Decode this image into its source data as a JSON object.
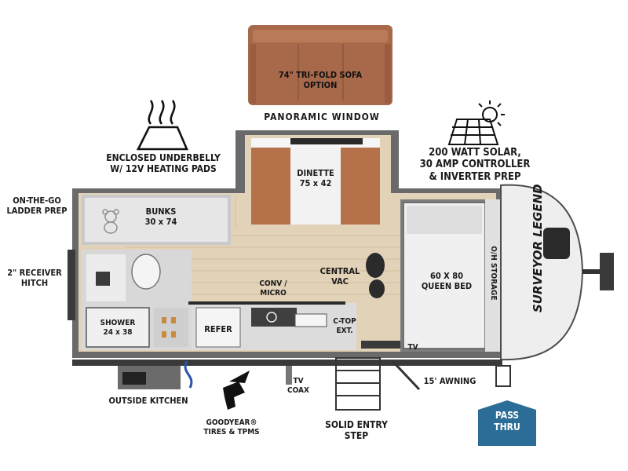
{
  "labels": {
    "sofa": "74\" TRI-FOLD SOFA\nOPTION",
    "panoramic": "PANORAMIC WINDOW",
    "underbelly": "ENCLOSED UNDERBELLY\nW/ 12V HEATING PADS",
    "solar": "200 WATT SOLAR,\n30 AMP CONTROLLER\n& INVERTER PREP",
    "ladder": "ON-THE-GO\nLADDER PREP",
    "hitch": "2\" RECEIVER\nHITCH",
    "bunks": "BUNKS\n30 x 74",
    "dinette": "DINETTE\n75 x 42",
    "central_vac": "CENTRAL\nVAC",
    "queen_bed": "60 X 80\nQUEEN BED",
    "oh_storage": "O/H STORAGE",
    "conv_micro": "CONV /\nMICRO",
    "shower": "SHOWER\n24 x 38",
    "refer": "REFER",
    "ctop": "C-TOP\nEXT.",
    "tv": "TV",
    "awning": "15' AWNING",
    "outside_kitchen": "OUTSIDE KITCHEN",
    "tv_coax": "TV\nCOAX",
    "goodyear": "GOODYEAR®\nTIRES & TPMS",
    "entry_step": "SOLID ENTRY\nSTEP",
    "pass_thru": "PASS\nTHRU",
    "brand_logo": "SURVEYOR LEGEND"
  },
  "colors": {
    "floor": "#e2d2b8",
    "wall": "#5a5a5a",
    "cushion": "#b5714a",
    "sofa": "#a8694b",
    "pass_thru": "#2c6d97"
  },
  "icons": [
    "heating-waves-icon",
    "solar-panel-icon",
    "sun-icon",
    "boot-print-icon",
    "winged-foot-icon",
    "teddy-bear-icon"
  ]
}
